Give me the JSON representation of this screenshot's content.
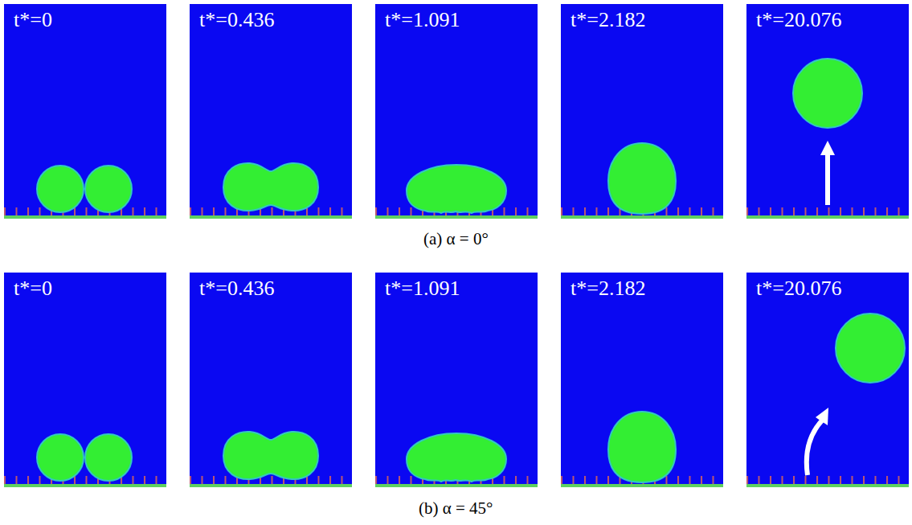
{
  "diagram": {
    "labels": [
      "t*=0",
      "t*=0.436",
      "t*=1.091",
      "t*=2.182",
      "t*=20.076",
      "(a) α = 0°",
      "t*=0",
      "t*=0.436",
      "t*=1.091",
      "t*=2.182",
      "t*=20.076",
      "(b) α = 45°"
    ]
  }
}
